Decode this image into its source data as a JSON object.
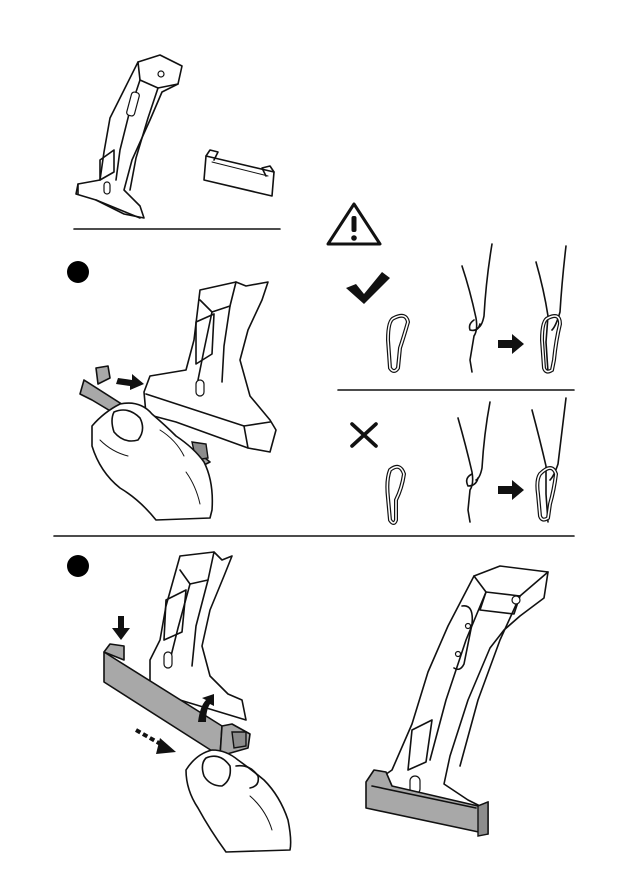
{
  "figure": {
    "panels": [
      {
        "id": "parts-overview",
        "contents": [
          "foot-bracket",
          "rubber-pad"
        ]
      },
      {
        "id": "step-1",
        "action": "slide-pad-onto-foot"
      },
      {
        "id": "step-2",
        "action": "clip-pad-edges"
      },
      {
        "id": "result",
        "contents": [
          "foot-with-pad-attached"
        ]
      }
    ],
    "warning": {
      "icon": "warning-triangle-icon",
      "correct": {
        "icon": "check-mark-icon",
        "meaning": "pad-lip-hooks-fully-around-edge"
      },
      "incorrect": {
        "icon": "cross-mark-icon",
        "meaning": "pad-lip-not-hooked"
      }
    },
    "colors": {
      "ink": "#111111",
      "rubber": "#a8a8a8",
      "background": "#ffffff"
    }
  }
}
